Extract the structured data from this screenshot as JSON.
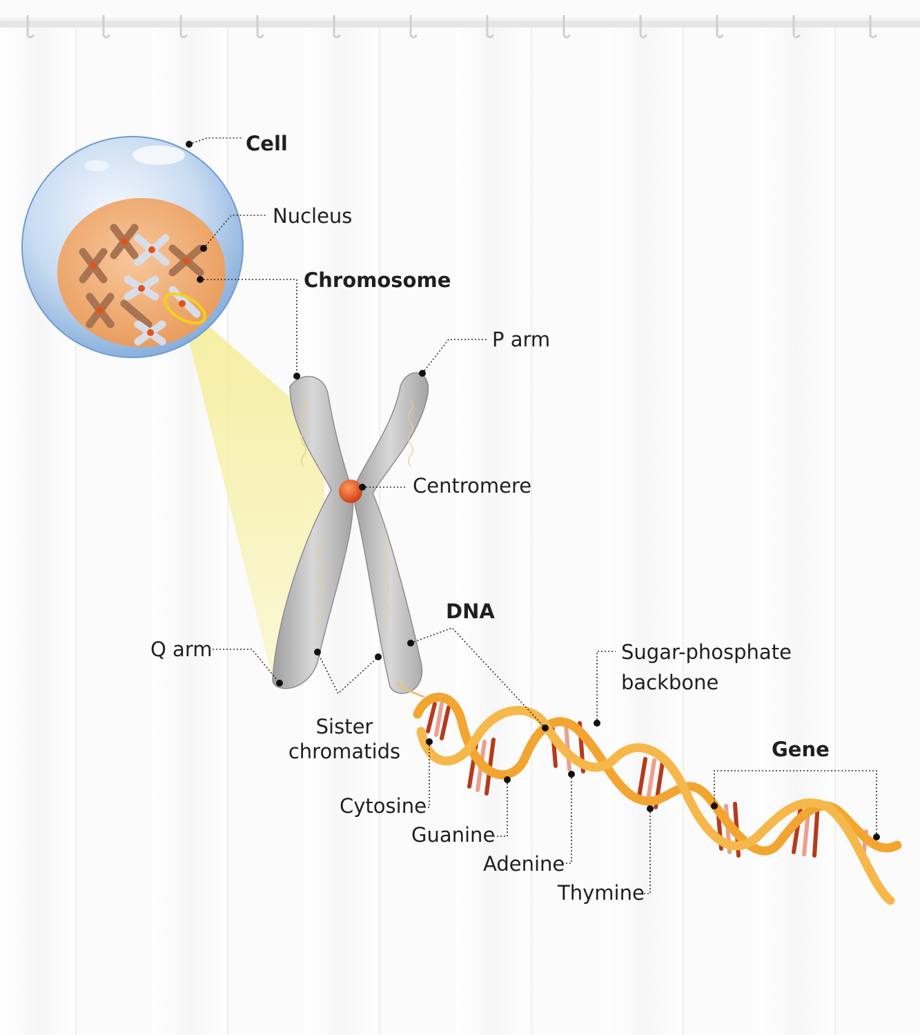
{
  "labels": {
    "cell": "Cell",
    "nucleus": "Nucleus",
    "chromosome": "Chromosome",
    "p_arm": "P arm",
    "centromere": "Centromere",
    "dna": "DNA",
    "q_arm": "Q arm",
    "sugar_line1": "Sugar-phosphate",
    "sugar_line2": "backbone",
    "gene": "Gene",
    "sister_line1": "Sister",
    "sister_line2": "chromatids",
    "cytosine": "Cytosine",
    "guanine": "Guanine",
    "adenine": "Adenine",
    "thymine": "Thymine"
  },
  "colors": {
    "cell_blue": "#8fb6e4",
    "nucleus_orange": "#f2b07a",
    "chromosome_gray": "#bdbdbd",
    "centromere_red": "#e2531c",
    "zoom_yellow": "#f5efa6",
    "dna_gold": "#f2a531",
    "base_red": "#b63a1c",
    "base_pink": "#e9a08e"
  }
}
